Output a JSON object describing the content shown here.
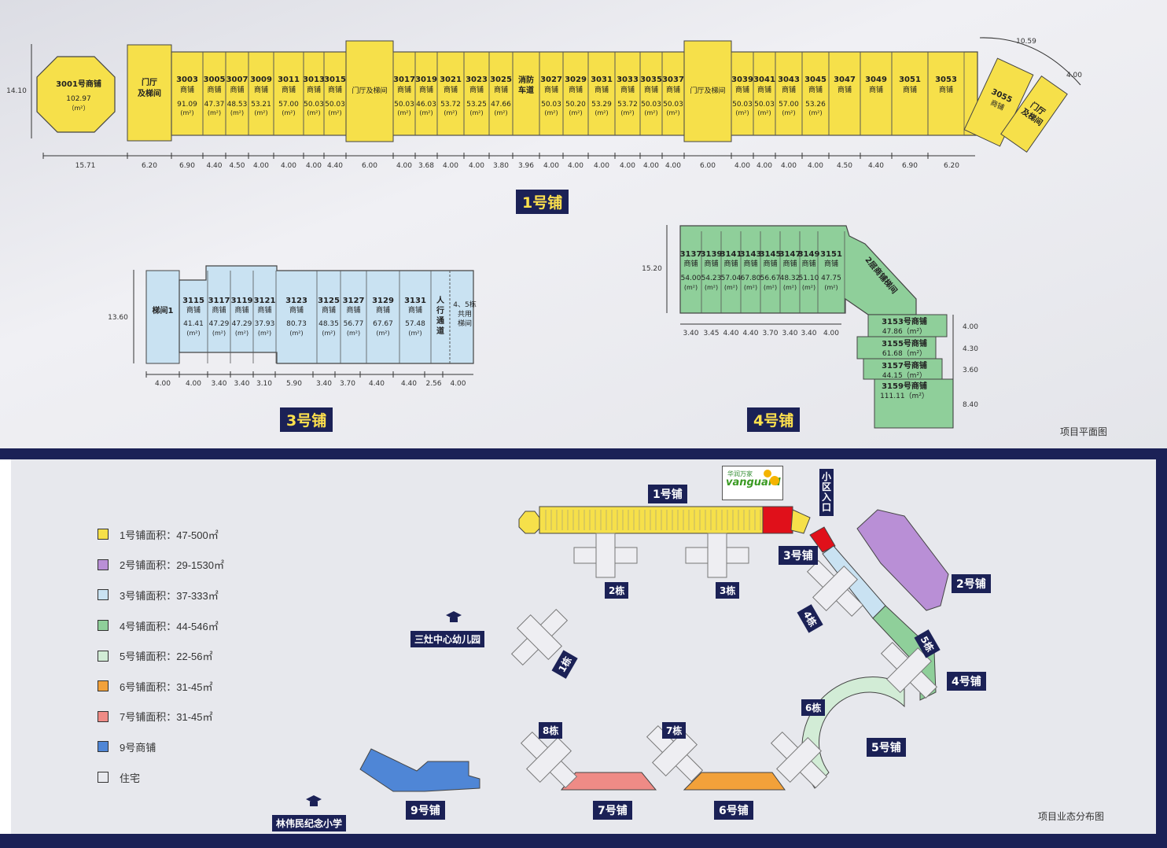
{
  "plan_title": "项目平面图",
  "map_title": "项目业态分布图",
  "block1": {
    "label_num": "1",
    "label_suffix": "号铺",
    "height_dim": "14.10",
    "first_shop": {
      "name": "3001号商铺",
      "area": "102.97",
      "unit": "（m²）"
    },
    "hall_label": "门厅及梯间",
    "shops": [
      {
        "id": "3003",
        "area": "91.09"
      },
      {
        "id": "3005",
        "area": "47.37"
      },
      {
        "id": "3007",
        "area": "48.53"
      },
      {
        "id": "3009",
        "area": "53.21"
      },
      {
        "id": "3011",
        "area": "57.00"
      },
      {
        "id": "3013",
        "area": "50.03"
      },
      {
        "id": "3015",
        "area": "50.03"
      },
      {
        "id": "3017",
        "area": "50.03"
      },
      {
        "id": "3019",
        "area": "46.03"
      },
      {
        "id": "3021",
        "area": "53.72"
      },
      {
        "id": "3023",
        "area": "53.25"
      },
      {
        "id": "3025",
        "area": "47.66"
      },
      {
        "id": "3027",
        "area": "50.03"
      },
      {
        "id": "3029",
        "area": "50.20"
      },
      {
        "id": "3031",
        "area": "53.29"
      },
      {
        "id": "3033",
        "area": "53.72"
      },
      {
        "id": "3035",
        "area": "50.03"
      },
      {
        "id": "3037",
        "area": "50.03"
      },
      {
        "id": "3039",
        "area": "50.03"
      },
      {
        "id": "3041",
        "area": "50.03"
      },
      {
        "id": "3043",
        "area": "57.00"
      },
      {
        "id": "3045",
        "area": "53.26"
      },
      {
        "id": "3047",
        "area": ""
      },
      {
        "id": "3049",
        "area": ""
      },
      {
        "id": "3051",
        "area": ""
      },
      {
        "id": "3053",
        "area": ""
      },
      {
        "id": "3055",
        "area": ""
      }
    ],
    "shop_word": "商铺",
    "fire_lane": "消防车道",
    "bottom_dims": [
      "15.71",
      "6.20",
      "6.90",
      "4.40",
      "4.50",
      "4.00",
      "4.00",
      "4.00",
      "4.40",
      "6.00",
      "4.00",
      "3.68",
      "4.00",
      "4.00",
      "3.80",
      "3.96",
      "4.00",
      "4.00",
      "4.00",
      "4.00",
      "4.00",
      "4.00",
      "6.00",
      "4.00",
      "4.00",
      "4.00",
      "4.00",
      "4.50",
      "4.40",
      "6.90",
      "6.20"
    ],
    "arc_dims": [
      "10.59",
      "4.00"
    ]
  },
  "block3": {
    "label_num": "3",
    "label_suffix": "号铺",
    "height_dim": "13.60",
    "stair": "梯间1",
    "shops": [
      {
        "id": "3115",
        "area": "41.41"
      },
      {
        "id": "3117",
        "area": "47.29"
      },
      {
        "id": "3119",
        "area": "47.29"
      },
      {
        "id": "3121",
        "area": "37.93"
      },
      {
        "id": "3123",
        "area": "80.73"
      },
      {
        "id": "3125",
        "area": "48.35"
      },
      {
        "id": "3127",
        "area": "56.77"
      },
      {
        "id": "3129",
        "area": "67.67"
      },
      {
        "id": "3131",
        "area": "57.48"
      }
    ],
    "walkway": "人行通道",
    "shared_stair": "4、5栋共用梯间",
    "bottom_dims": [
      "4.00",
      "4.00",
      "3.40",
      "3.40",
      "3.10",
      "5.90",
      "3.40",
      "3.70",
      "4.40",
      "4.40",
      "2.56",
      "4.00"
    ]
  },
  "block4": {
    "label_num": "4",
    "label_suffix": "号铺",
    "height_dim": "15.20",
    "shops": [
      {
        "id": "3137",
        "area": "54.00"
      },
      {
        "id": "3139",
        "area": "54.23"
      },
      {
        "id": "3141",
        "area": "57.04"
      },
      {
        "id": "3143",
        "area": "67.80"
      },
      {
        "id": "3145",
        "area": "56.67"
      },
      {
        "id": "3147",
        "area": "48.32"
      },
      {
        "id": "3149",
        "area": "51.10"
      },
      {
        "id": "3151",
        "area": "47.75"
      }
    ],
    "stair_2f": "2层商铺梯间",
    "side_shops": [
      {
        "name": "3153号商铺",
        "area": "47.86"
      },
      {
        "name": "3155号商铺",
        "area": "61.68"
      },
      {
        "name": "3157号商铺",
        "area": "44.15"
      },
      {
        "name": "3159号商铺",
        "area": "111.11"
      }
    ],
    "bottom_dims": [
      "3.40",
      "3.45",
      "4.40",
      "4.40",
      "3.70",
      "3.40",
      "3.40",
      "4.00"
    ],
    "side_dims": [
      "4.00",
      "4.30",
      "3.60",
      "8.40"
    ]
  },
  "legend": [
    {
      "label": "1号铺面积：47-500㎡",
      "color": "#f6e04a"
    },
    {
      "label": "2号铺面积：29-1530㎡",
      "color": "#b98fd6"
    },
    {
      "label": "3号铺面积：37-333㎡",
      "color": "#c9e2f2"
    },
    {
      "label": "4号铺面积：44-546㎡",
      "color": "#8fcf9a"
    },
    {
      "label": "5号铺面积：22-56㎡",
      "color": "#d2ecd6"
    },
    {
      "label": "6号铺面积：31-45㎡",
      "color": "#f2a13a"
    },
    {
      "label": "7号铺面积：31-45㎡",
      "color": "#ef8b86"
    },
    {
      "label": "9号商铺",
      "color": "#4f86d6"
    },
    {
      "label": "住宅",
      "color": "#e9eaef"
    }
  ],
  "map_labels": {
    "shop1": "1号铺",
    "shop2": "2号铺",
    "shop3": "3号铺",
    "shop4": "4号铺",
    "shop5": "5号铺",
    "shop6": "6号铺",
    "shop7": "7号铺",
    "shop9": "9号铺",
    "b1": "1栋",
    "b2": "2栋",
    "b3": "3栋",
    "b4": "4栋",
    "b5": "5栋",
    "b6": "6栋",
    "b7": "7栋",
    "b8": "8栋",
    "kindergarten": "三灶中心幼儿园",
    "school": "林伟民纪念小学",
    "entrance": "小区入口",
    "brand_cn": "华润万家",
    "brand_en": "vanguard"
  },
  "colors": {
    "navy": "#1b2156",
    "yellow": "#f6e04a",
    "blue": "#c9e2f2",
    "green": "#8fcf9a",
    "red": "#e0101a"
  }
}
